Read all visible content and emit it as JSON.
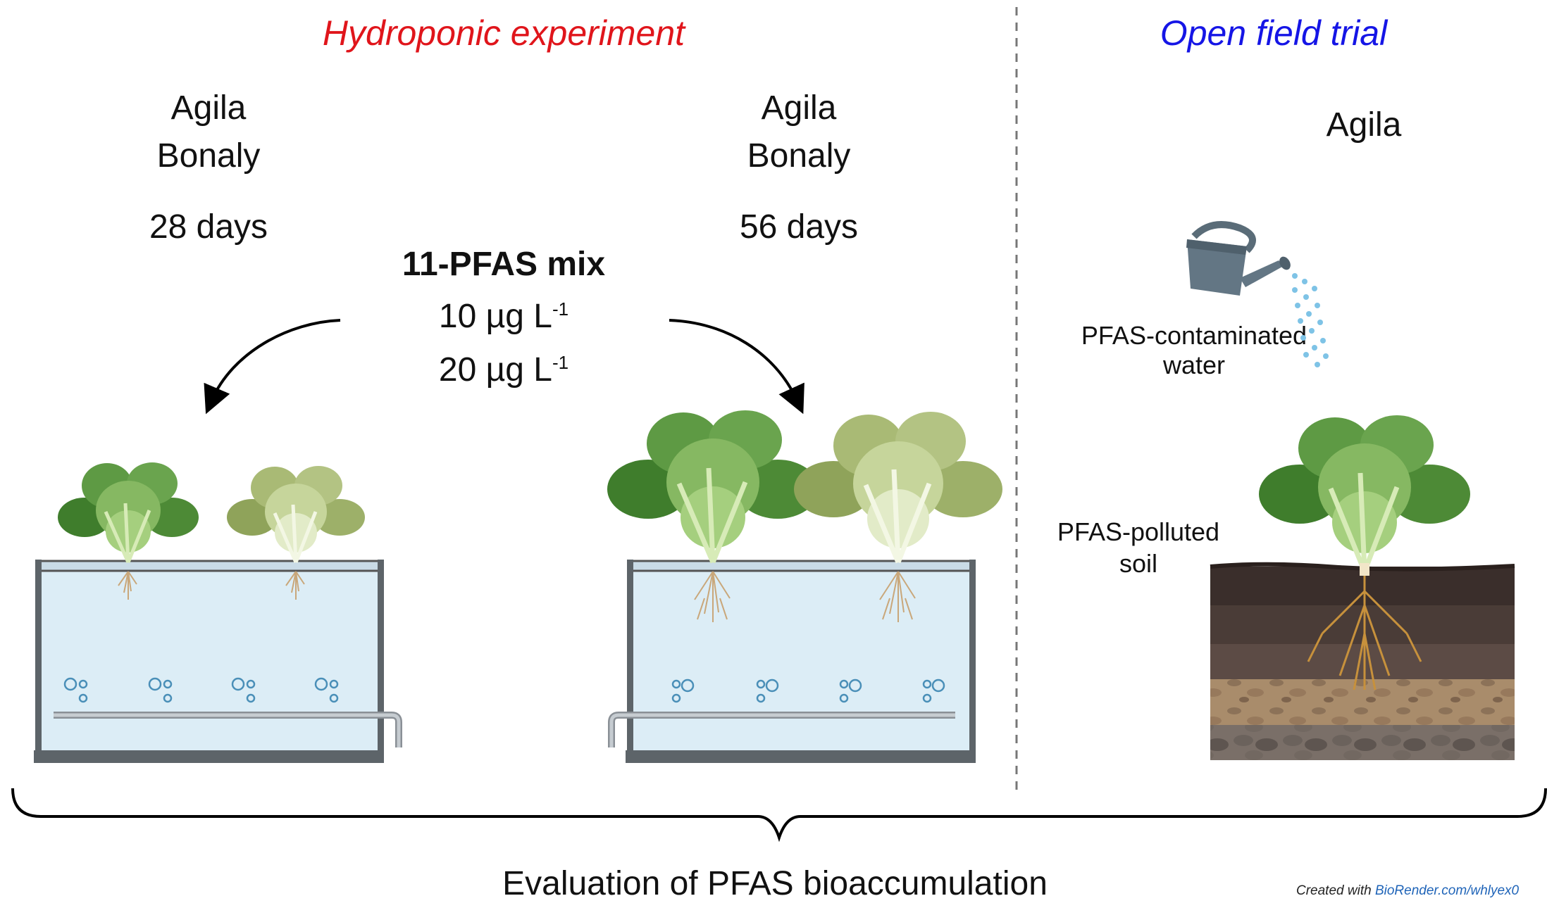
{
  "hydroponic": {
    "title": "Hydroponic experiment",
    "left": {
      "varieties": [
        "Agila",
        "Bonaly"
      ],
      "duration": "28 days"
    },
    "right": {
      "varieties": [
        "Agila",
        "Bonaly"
      ],
      "duration": "56 days"
    },
    "treatment": {
      "name": "11-PFAS mix",
      "doses": [
        {
          "value": "10 µg L",
          "exp": "-1"
        },
        {
          "value": "20 µg L",
          "exp": "-1"
        }
      ]
    }
  },
  "field": {
    "title": "Open field trial",
    "variety": "Agila",
    "water_label": [
      "PFAS-contaminated",
      "water"
    ],
    "soil_label": [
      "PFAS-polluted",
      "soil"
    ]
  },
  "footer": {
    "conclusion": "Evaluation of PFAS bioaccumulation",
    "credit_prefix": "Created with ",
    "credit_link": "BioRender.com/whlyex0"
  },
  "colors": {
    "hydroponic_title": "#e0151b",
    "field_title": "#1515e6",
    "water": "#dcedf6",
    "lettuce_dark": "#4e8a36",
    "lettuce_light": "#b6c98a",
    "soil_dark": "#3a2e2b",
    "soil_sand": "#a98c6b"
  }
}
